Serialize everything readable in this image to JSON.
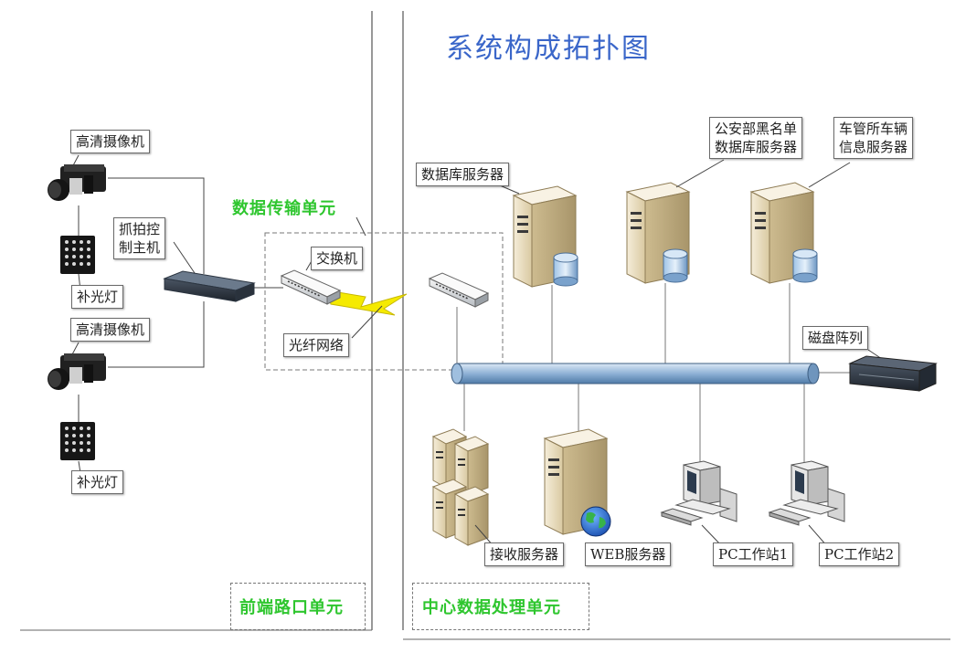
{
  "title": "系统构成拓扑图",
  "zones": {
    "front": "前端路口单元",
    "transmission": "数据传输单元",
    "center": "中心数据处理单元"
  },
  "labels": {
    "hd_camera_1": "高清摄像机",
    "fill_light_1": "补光灯",
    "hd_camera_2": "高清摄像机",
    "fill_light_2": "补光灯",
    "capture_host": [
      "抓拍控",
      "制主机"
    ],
    "switch": "交换机",
    "fiber_network": "光纤网络",
    "db_server": "数据库服务器",
    "police_blacklist_db": [
      "公安部黑名单",
      "数据库服务器"
    ],
    "vehicle_admin_server": [
      "车管所车辆",
      "信息服务器"
    ],
    "disk_array": "磁盘阵列",
    "receive_server": "接收服务器",
    "web_server": "WEB服务器",
    "pc_station_1": "PC工作站1",
    "pc_station_2": "PC工作站2"
  },
  "colors": {
    "title": "#3a66c9",
    "zone_label": "#2ec62e",
    "bus": "#8fb2d6",
    "server_body": "#e8dcc0",
    "lightning": "#f2e600"
  }
}
